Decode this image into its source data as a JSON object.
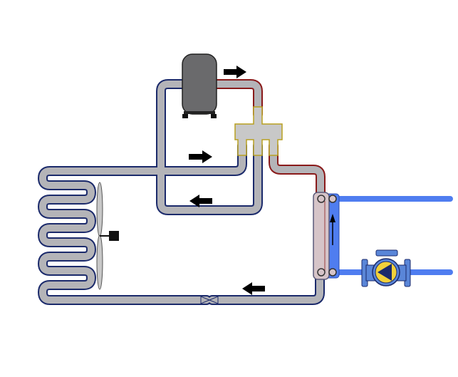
{
  "colors": {
    "background": "#ffffff",
    "pipe_fill": "#b4b4b8",
    "pipe_outline_cold": "#1b2a6b",
    "pipe_outline_hot": "#8a1a1a",
    "compressor_fill": "#6a6a6c",
    "compressor_outline": "#222222",
    "valve_fill": "#c8c8c8",
    "valve_outline": "#b8a020",
    "water_pipe": "#4f7df0",
    "exchanger_fill": "#d6c4c8",
    "arrow": "#000000",
    "fan_blade": "#c8c8c8",
    "pump_body": "#5a86d8",
    "pump_rotor": "#f2d13a"
  },
  "icons": {
    "compressor": "compressor-icon",
    "reversing_valve": "four-way-valve-icon",
    "fan": "fan-icon",
    "fan_motor": "motor-icon",
    "heat_exchanger": "heat-exchanger-icon",
    "circulation_pump": "pump-icon",
    "expansion_valve": "expansion-valve-icon"
  },
  "flow_arrows": [
    {
      "name": "compressor-discharge-arrow",
      "direction": "right"
    },
    {
      "name": "suction-line-arrow",
      "direction": "right"
    },
    {
      "name": "valve-return-arrow",
      "direction": "left"
    },
    {
      "name": "liquid-line-arrow",
      "direction": "left"
    },
    {
      "name": "exchanger-water-arrow",
      "direction": "up"
    }
  ]
}
